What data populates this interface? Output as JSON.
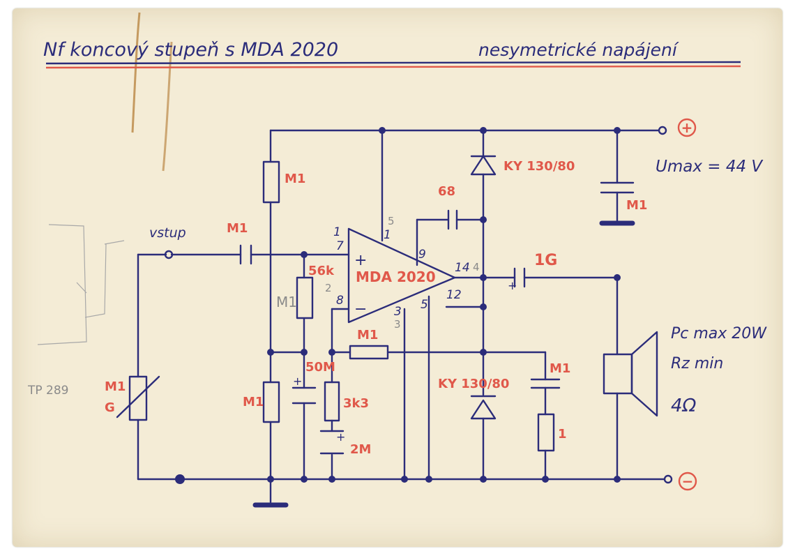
{
  "title": {
    "main": "Nf koncový stupeň s MDA 2020",
    "sub": "nesymetrické napájení"
  },
  "supply": {
    "plus_symbol": "⊕",
    "minus_symbol": "⊖",
    "umax": "Umax = 44 V"
  },
  "input_label": "vstup",
  "ic": {
    "name": "MDA 2020",
    "pins": {
      "p1": "1",
      "p1b": "1",
      "p5": "5",
      "p7": "7",
      "p2": "2",
      "p8": "8",
      "p9": "9",
      "p14": "14",
      "p4": "4",
      "p12": "12",
      "p3": "3",
      "p3b": "3",
      "p5b": "5",
      "plus": "+",
      "minus": "−"
    }
  },
  "components": {
    "r_top_bias": "M1",
    "c_input": "M1",
    "r_56k": "56k",
    "r_grey": "M1",
    "r_bottom_bias": "M1",
    "c_50m": "50M",
    "r_3k3": "3k3",
    "c_2m": "2M",
    "r_feedback": "M1",
    "c_68": "68",
    "diode_top": "KY 130/80",
    "diode_bottom": "KY 130/80",
    "c_output": "1G",
    "c_filter": "M1",
    "c_zobel": "M1",
    "r_zobel": "1",
    "pot": "M1",
    "pot_g": "G"
  },
  "speaker": {
    "power": "Pc max  20W",
    "impedance": "Rz min",
    "ohms": "4Ω"
  },
  "note": "TP 289"
}
